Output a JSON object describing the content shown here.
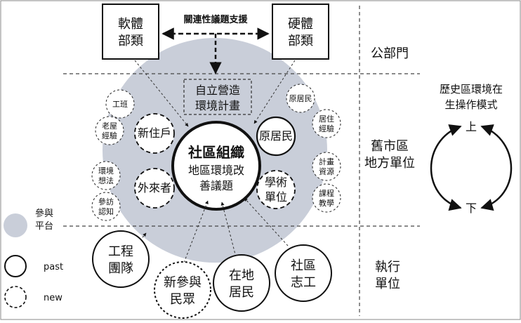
{
  "top": {
    "software_box": [
      "軟體",
      "部類"
    ],
    "hardware_box": [
      "硬體",
      "部類"
    ],
    "support_label": "關連性議題支援"
  },
  "zones": {
    "public": "公部門",
    "local": [
      "舊市區",
      "地方單位"
    ],
    "exec": [
      "執行",
      "單位"
    ]
  },
  "model": {
    "title": [
      "歷史區環境在",
      "生操作模式"
    ],
    "up": "上",
    "down": "下"
  },
  "self_plan": [
    "自立營造",
    "環境計畫"
  ],
  "core": {
    "title": "社區組織",
    "sub": [
      "地區環境改",
      "善議題"
    ]
  },
  "nodes": {
    "new_resident": "新住戶",
    "outsider": "外來者",
    "original": "原居民",
    "academic": [
      "學術",
      "單位"
    ]
  },
  "small": {
    "worker": "工班",
    "old_house": [
      "老屋",
      "經驗"
    ],
    "env_idea": [
      "環境",
      "想法"
    ],
    "visit": [
      "參訪",
      "認知"
    ],
    "orig_small": "原居民",
    "living": [
      "居住",
      "經驗"
    ],
    "plan_res": [
      "計畫",
      "資源"
    ],
    "course": [
      "課程",
      "教學"
    ]
  },
  "exec_units": {
    "eng_team": [
      "工程",
      "團隊"
    ],
    "new_public": [
      "新參與",
      "民眾"
    ],
    "local_res": [
      "在地",
      "居民"
    ],
    "volunteer": [
      "社區",
      "志工"
    ]
  },
  "legend": {
    "platform": [
      "參與",
      "平台"
    ],
    "past": "past",
    "new": "new"
  },
  "colors": {
    "platform": "#c9ced9",
    "stroke": "#111111"
  }
}
